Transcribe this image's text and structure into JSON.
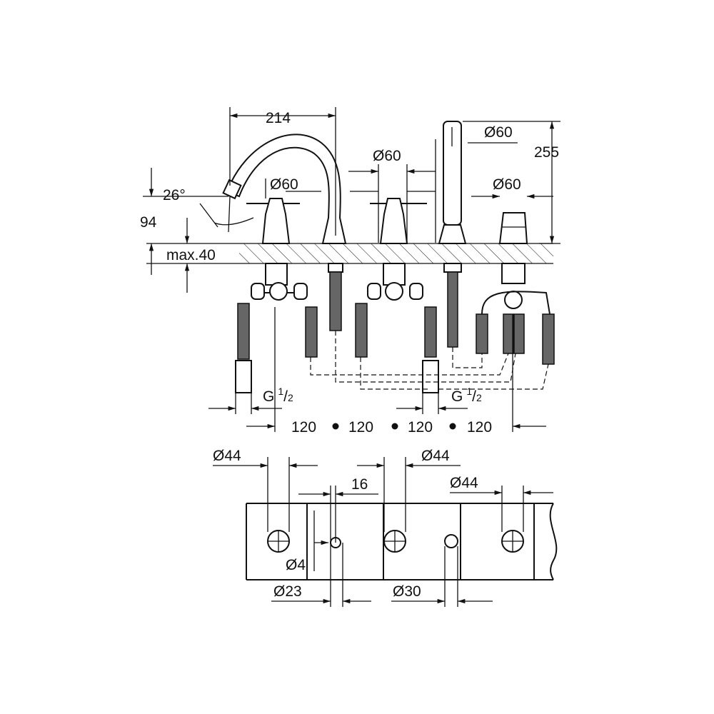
{
  "elevation": {
    "spout_reach": "214",
    "total_height": "255",
    "spout_angle": "26°",
    "spout_height": "94",
    "max_deck": "max.40",
    "dia_valve_left": "Ø60",
    "dia_valve_mid": "Ø60",
    "dia_shower": "Ø60",
    "dia_diverter": "Ø60",
    "connection_left": {
      "g": "G",
      "num": "1",
      "den": "2"
    },
    "connection_right": {
      "g": "G",
      "num": "1",
      "den": "2"
    },
    "spacings": [
      "120",
      "120",
      "120",
      "120"
    ]
  },
  "plan": {
    "hole_left": "Ø44",
    "hole_mid": "Ø44",
    "hole_right": "Ø44",
    "offset": "16",
    "small_hole": "Ø4",
    "spout_hole": "Ø23",
    "shower_hole": "Ø30"
  },
  "colors": {
    "line": "#111111",
    "background": "#ffffff"
  }
}
